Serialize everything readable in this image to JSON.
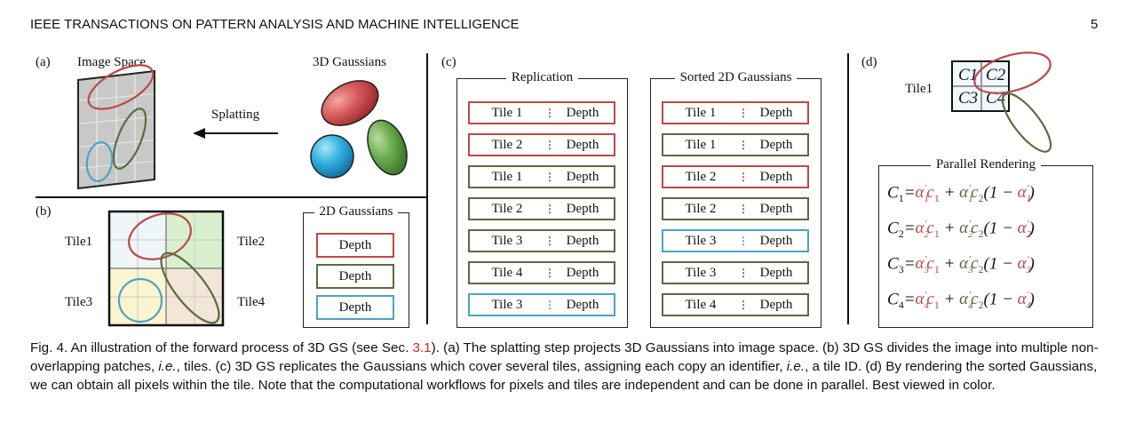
{
  "header": {
    "journal": "IEEE TRANSACTIONS ON PATTERN ANALYSIS AND MACHINE INTELLIGENCE",
    "page": "5"
  },
  "panel_a": {
    "label": "(a)",
    "image_space": "Image Space",
    "gaussians_3d": "3D Gaussians",
    "splatting": "Splatting"
  },
  "panel_b": {
    "label": "(b)",
    "tiles": [
      "Tile1",
      "Tile2",
      "Tile3",
      "Tile4"
    ],
    "gaussians_2d_title": "2D Gaussians",
    "depth": "Depth"
  },
  "panel_c": {
    "label": "(c)",
    "replication_title": "Replication",
    "sorted_title": "Sorted 2D Gaussians",
    "separator": "⋮",
    "replication": [
      {
        "tile": "Tile 1",
        "depth": "Depth",
        "color": "red"
      },
      {
        "tile": "Tile 2",
        "depth": "Depth",
        "color": "red"
      },
      {
        "tile": "Tile 1",
        "depth": "Depth",
        "color": "green"
      },
      {
        "tile": "Tile 2",
        "depth": "Depth",
        "color": "green"
      },
      {
        "tile": "Tile 3",
        "depth": "Depth",
        "color": "green"
      },
      {
        "tile": "Tile 4",
        "depth": "Depth",
        "color": "green"
      },
      {
        "tile": "Tile 3",
        "depth": "Depth",
        "color": "blue"
      }
    ],
    "sorted": [
      {
        "tile": "Tile 1",
        "depth": "Depth",
        "color": "red"
      },
      {
        "tile": "Tile 1",
        "depth": "Depth",
        "color": "green"
      },
      {
        "tile": "Tile 2",
        "depth": "Depth",
        "color": "red"
      },
      {
        "tile": "Tile 2",
        "depth": "Depth",
        "color": "green"
      },
      {
        "tile": "Tile 3",
        "depth": "Depth",
        "color": "blue"
      },
      {
        "tile": "Tile 3",
        "depth": "Depth",
        "color": "green"
      },
      {
        "tile": "Tile 4",
        "depth": "Depth",
        "color": "green"
      }
    ]
  },
  "panel_d": {
    "label": "(d)",
    "tile": "Tile1",
    "cells": [
      "C1",
      "C2",
      "C3",
      "C4"
    ],
    "parallel_title": "Parallel Rendering",
    "formulas": [
      "1",
      "2",
      "3",
      "4"
    ]
  },
  "colors": {
    "red": "#b94a4a",
    "green": "#5a6b40",
    "blue": "#4fa3c0"
  },
  "caption": {
    "pre": "Fig. 4. An illustration of the forward process of 3D GS (see Sec. ",
    "ref": "3.1",
    "line1_post": "). (a) The splatting step projects 3D Gaussians into image space. (b) 3D GS divides the image into multiple non-overlapping patches, ",
    "ie1": "i.e.",
    "mid1": ", tiles. (c) 3D GS replicates the Gaussians which cover several tiles, assigning each copy an identifier, ",
    "ie2": "i.e.",
    "post": ", a tile ID. (d) By rendering the sorted Gaussians, we can obtain all pixels within the tile. Note that the computational workflows for pixels and tiles are independent and can be done in parallel. Best viewed in color."
  }
}
